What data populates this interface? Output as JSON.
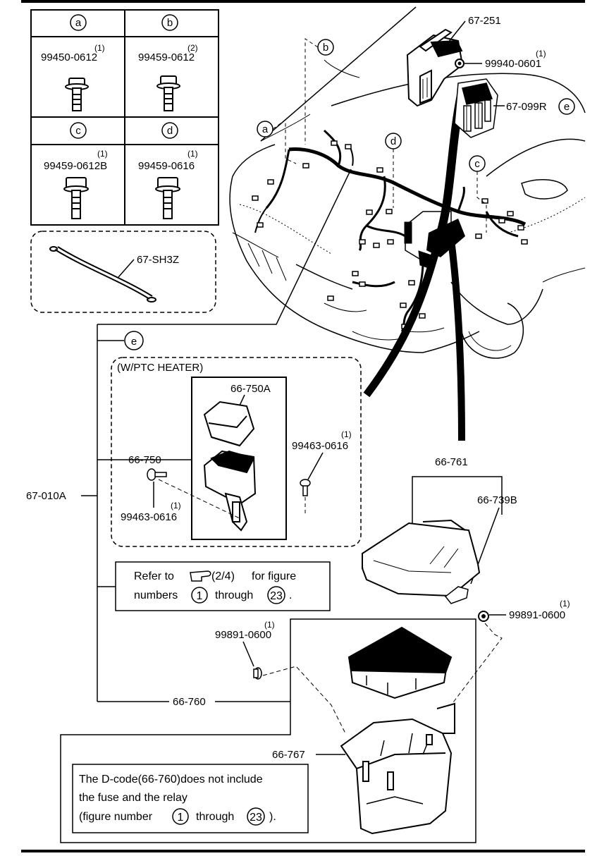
{
  "fastener_table": [
    {
      "letter": "a",
      "part": "99450-0612",
      "qty": "(1)"
    },
    {
      "letter": "b",
      "part": "99459-0612",
      "qty": "(2)"
    },
    {
      "letter": "c",
      "part": "99459-0612B",
      "qty": "(1)"
    },
    {
      "letter": "d",
      "part": "99459-0616",
      "qty": "(1)"
    }
  ],
  "cable_label": "67-SH3Z",
  "callout_e": "e",
  "main_part": "67-010A",
  "ptc": {
    "title": "(W/PTC HEATER)",
    "cover": "66-750A",
    "box": "66-750",
    "bolt_right": {
      "part": "99463-0616",
      "qty": "(1)"
    },
    "bolt_left": {
      "part": "99463-0616",
      "qty": "(1)"
    }
  },
  "refer_note": {
    "prefix": "Refer to",
    "ref": "(2/4)",
    "suffix": "for figure",
    "line2_a": "numbers",
    "n1": "1",
    "through": "through",
    "n2": "23",
    "end": "."
  },
  "top_right": {
    "p1": "67-251",
    "p2": {
      "part": "99940-0601",
      "qty": "(1)"
    },
    "p3": "67-099R",
    "p3_callout": "e"
  },
  "callouts": {
    "a": "a",
    "b": "b",
    "c": "c",
    "d": "d"
  },
  "module": {
    "assy": "66-761",
    "connector": "66-739B",
    "nut": {
      "part": "99891-0600",
      "qty": "(1)"
    }
  },
  "lower": {
    "fusebox": "66-760",
    "nut": {
      "part": "99891-0600",
      "qty": "(1)"
    },
    "bracket": "66-767"
  },
  "dcode_note": {
    "line1": "The D-code(66-760)does not include",
    "line2": "the fuse and the relay",
    "line3_a": "(figure number",
    "n1": "1",
    "through": "through",
    "n2": "23",
    "end": ")."
  }
}
